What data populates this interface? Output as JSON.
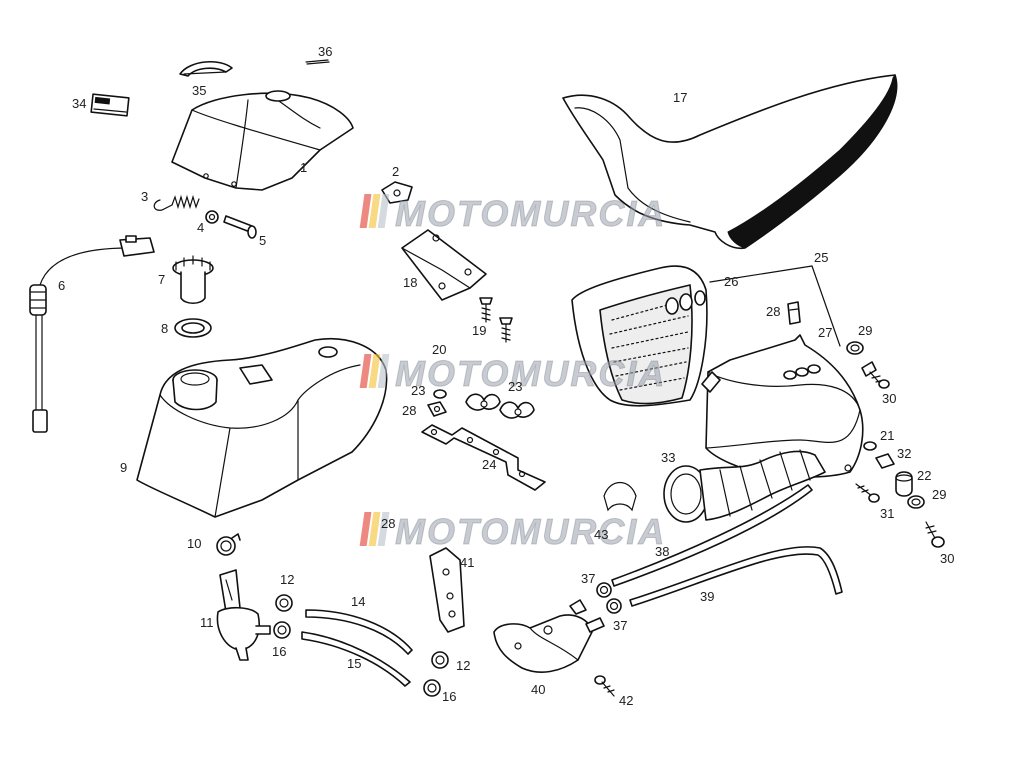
{
  "watermark": {
    "text": "MOTOMURCIA",
    "colors": [
      "#e23b2e",
      "#f2c230",
      "#b9c2cc"
    ]
  },
  "labels": [
    {
      "id": "l1",
      "text": "1"
    },
    {
      "id": "l2",
      "text": "2"
    },
    {
      "id": "l3",
      "text": "3"
    },
    {
      "id": "l4",
      "text": "4"
    },
    {
      "id": "l5",
      "text": "5"
    },
    {
      "id": "l6",
      "text": "6"
    },
    {
      "id": "l7",
      "text": "7"
    },
    {
      "id": "l8",
      "text": "8"
    },
    {
      "id": "l9",
      "text": "9"
    },
    {
      "id": "l10",
      "text": "10"
    },
    {
      "id": "l11",
      "text": "11"
    },
    {
      "id": "l12a",
      "text": "12"
    },
    {
      "id": "l12b",
      "text": "12"
    },
    {
      "id": "l14",
      "text": "14"
    },
    {
      "id": "l15",
      "text": "15"
    },
    {
      "id": "l16a",
      "text": "16"
    },
    {
      "id": "l16b",
      "text": "16"
    },
    {
      "id": "l17",
      "text": "17"
    },
    {
      "id": "l18",
      "text": "18"
    },
    {
      "id": "l19",
      "text": "19"
    },
    {
      "id": "l20",
      "text": "20"
    },
    {
      "id": "l21",
      "text": "21"
    },
    {
      "id": "l22",
      "text": "22"
    },
    {
      "id": "l23a",
      "text": "23"
    },
    {
      "id": "l23b",
      "text": "23"
    },
    {
      "id": "l24",
      "text": "24"
    },
    {
      "id": "l25",
      "text": "25"
    },
    {
      "id": "l26",
      "text": "26"
    },
    {
      "id": "l27",
      "text": "27"
    },
    {
      "id": "l28a",
      "text": "28"
    },
    {
      "id": "l28b",
      "text": "28"
    },
    {
      "id": "l28c",
      "text": "28"
    },
    {
      "id": "l29a",
      "text": "29"
    },
    {
      "id": "l29b",
      "text": "29"
    },
    {
      "id": "l30a",
      "text": "30"
    },
    {
      "id": "l30b",
      "text": "30"
    },
    {
      "id": "l31",
      "text": "31"
    },
    {
      "id": "l32",
      "text": "32"
    },
    {
      "id": "l33",
      "text": "33"
    },
    {
      "id": "l34",
      "text": "34"
    },
    {
      "id": "l35",
      "text": "35"
    },
    {
      "id": "l36",
      "text": "36"
    },
    {
      "id": "l37a",
      "text": "37"
    },
    {
      "id": "l37b",
      "text": "37"
    },
    {
      "id": "l38",
      "text": "38"
    },
    {
      "id": "l39",
      "text": "39"
    },
    {
      "id": "l40",
      "text": "40"
    },
    {
      "id": "l41",
      "text": "41"
    },
    {
      "id": "l42",
      "text": "42"
    },
    {
      "id": "l43",
      "text": "43"
    }
  ]
}
